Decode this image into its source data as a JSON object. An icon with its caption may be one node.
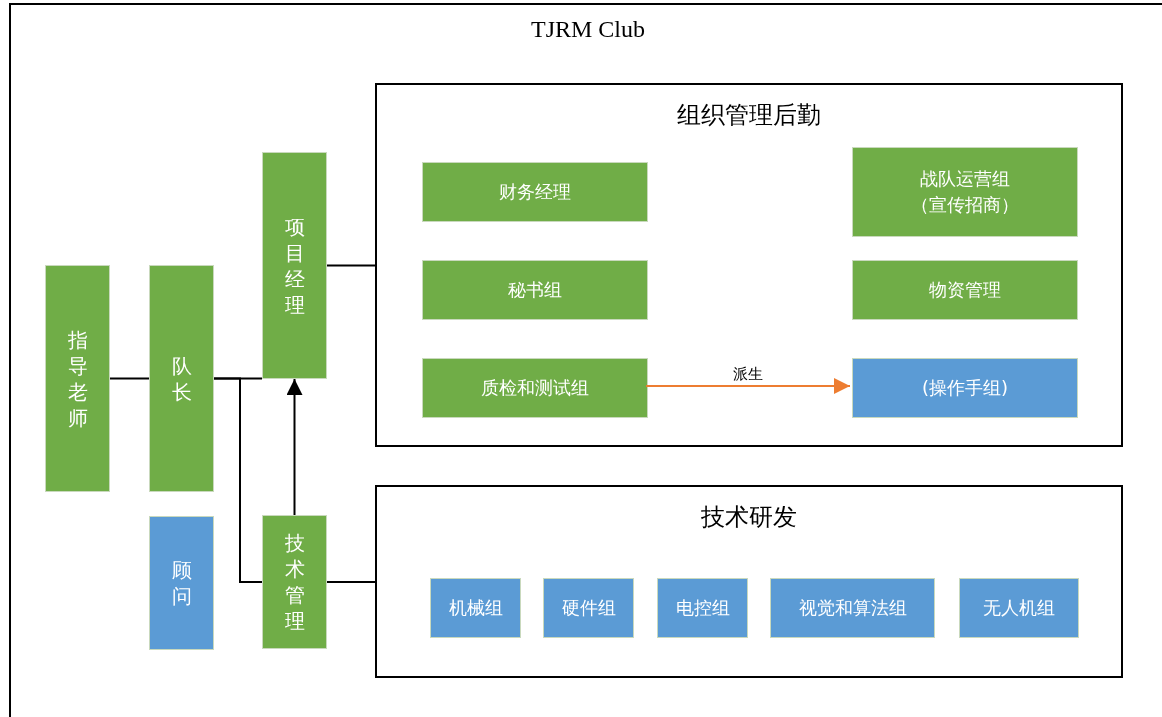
{
  "diagram": {
    "title": "TJRM Club",
    "nodes": [
      {
        "text": [
          "指导老师"
        ]
      },
      {
        "text": [
          "队长"
        ]
      },
      {
        "text": [
          "顾问"
        ]
      },
      {
        "text": [
          "项目经理"
        ]
      },
      {
        "text": [
          "技术管理"
        ]
      },
      {
        "text": [
          "组织管理后勤"
        ]
      },
      {
        "text": [
          "财务经理"
        ],
        "in": 5
      },
      {
        "text": [
          "战队运营组（宣传招商）"
        ],
        "in": 5
      },
      {
        "text": [
          "秘书组"
        ],
        "in": 5
      },
      {
        "text": [
          "物资管理"
        ],
        "in": 5
      },
      {
        "text": [
          "质检和测试组"
        ],
        "in": 5
      },
      {
        "text": [
          "(操作手组)"
        ],
        "in": 5
      },
      {
        "text": [
          "技术研发"
        ]
      },
      {
        "text": [
          "机械组"
        ],
        "in": 12
      },
      {
        "text": [
          "硬件组"
        ],
        "in": 12
      },
      {
        "text": [
          "电控组"
        ],
        "in": 12
      },
      {
        "text": [
          "视觉和算法组"
        ],
        "in": 12
      },
      {
        "text": [
          "无人机组"
        ],
        "in": 12
      }
    ],
    "edges": [
      {
        "from": 0,
        "to": 1,
        "arrow": "none"
      },
      {
        "from": 1,
        "to": 3,
        "arrow": "none"
      },
      {
        "from": 1,
        "to": 4,
        "arrow": "none"
      },
      {
        "from": 4,
        "to": 3,
        "arrow": "to"
      },
      {
        "from": 3,
        "to": 5,
        "arrow": "none"
      },
      {
        "from": 4,
        "to": 12,
        "arrow": "none"
      },
      {
        "from": 10,
        "to": 11,
        "arrow": "to",
        "label": "派生",
        "color": "#ed7d31"
      }
    ]
  }
}
